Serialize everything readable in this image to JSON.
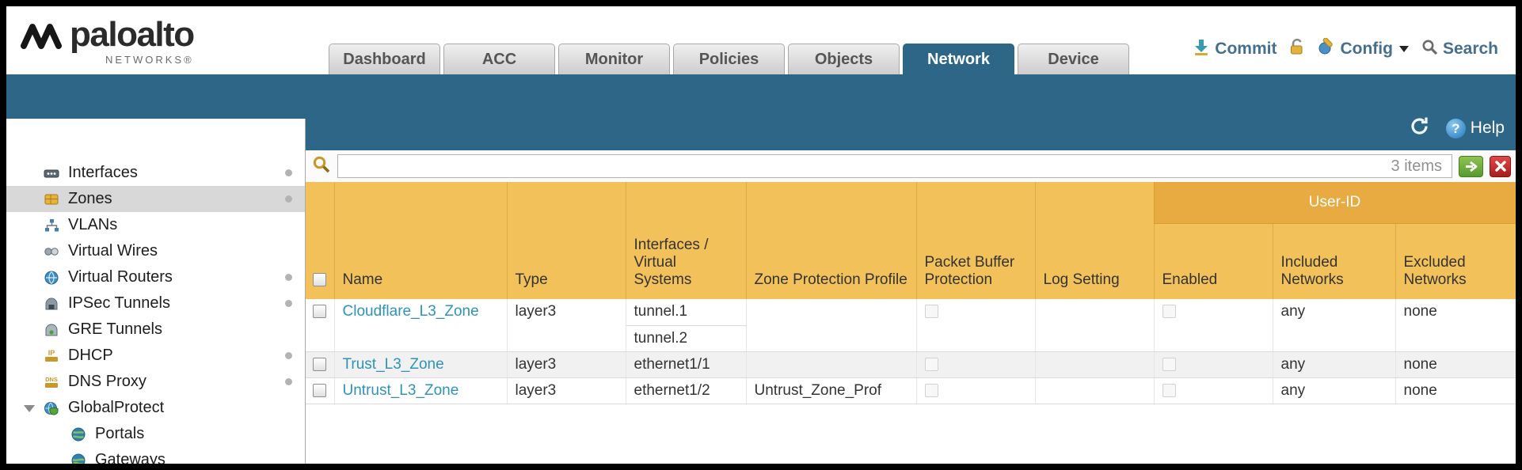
{
  "brand": {
    "wordmark": "paloalto",
    "tagline": "NETWORKS®"
  },
  "tabs": [
    {
      "label": "Dashboard"
    },
    {
      "label": "ACC"
    },
    {
      "label": "Monitor"
    },
    {
      "label": "Policies"
    },
    {
      "label": "Objects"
    },
    {
      "label": "Network",
      "active": true
    },
    {
      "label": "Device"
    }
  ],
  "actions": {
    "commit": "Commit",
    "config": "Config",
    "search": "Search"
  },
  "toolbar": {
    "help": "Help",
    "help_icon_glyph": "?"
  },
  "sidebar": {
    "items": [
      {
        "label": "Interfaces",
        "icon": "interfaces-icon",
        "dot": true
      },
      {
        "label": "Zones",
        "icon": "zones-icon",
        "dot": true,
        "selected": true
      },
      {
        "label": "VLANs",
        "icon": "vlans-icon",
        "dot": false
      },
      {
        "label": "Virtual Wires",
        "icon": "virtual-wires-icon",
        "dot": false
      },
      {
        "label": "Virtual Routers",
        "icon": "virtual-routers-icon",
        "dot": true
      },
      {
        "label": "IPSec Tunnels",
        "icon": "ipsec-tunnels-icon",
        "dot": true
      },
      {
        "label": "GRE Tunnels",
        "icon": "gre-tunnels-icon",
        "dot": false
      },
      {
        "label": "DHCP",
        "icon": "dhcp-icon",
        "dot": true
      },
      {
        "label": "DNS Proxy",
        "icon": "dns-proxy-icon",
        "dot": true
      },
      {
        "label": "GlobalProtect",
        "icon": "globalprotect-icon",
        "dot": false,
        "expanded": true
      },
      {
        "label": "Portals",
        "icon": "portals-icon",
        "dot": false,
        "child": true
      },
      {
        "label": "Gateways",
        "icon": "gateways-icon",
        "dot": false,
        "child": true
      }
    ]
  },
  "filter": {
    "count": "3 items",
    "value": ""
  },
  "table": {
    "group_header": "User-ID",
    "columns": {
      "name": "Name",
      "type": "Type",
      "interfaces": "Interfaces / Virtual Systems",
      "zone_protection_profile": "Zone Protection Profile",
      "packet_buffer_protection": "Packet Buffer Protection",
      "log_setting": "Log Setting",
      "enabled": "Enabled",
      "included_networks": "Included Networks",
      "excluded_networks": "Excluded Networks"
    },
    "rows": [
      {
        "name": "Cloudflare_L3_Zone",
        "type": "layer3",
        "interfaces": [
          "tunnel.1",
          "tunnel.2"
        ],
        "zone_protection_profile": "",
        "log_setting": "",
        "included_networks": "any",
        "excluded_networks": "none"
      },
      {
        "name": "Trust_L3_Zone",
        "type": "layer3",
        "interfaces": [
          "ethernet1/1"
        ],
        "zone_protection_profile": "",
        "log_setting": "",
        "included_networks": "any",
        "excluded_networks": "none"
      },
      {
        "name": "Untrust_L3_Zone",
        "type": "layer3",
        "interfaces": [
          "ethernet1/2"
        ],
        "zone_protection_profile": "Untrust_Zone_Prof",
        "log_setting": "",
        "included_networks": "any",
        "excluded_networks": "none"
      }
    ]
  }
}
